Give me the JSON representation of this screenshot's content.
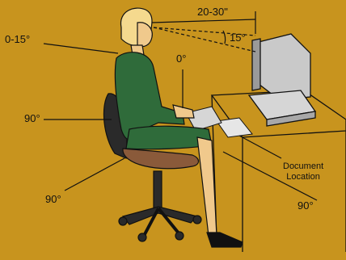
{
  "colors": {
    "background": "#c8941e",
    "line": "#111111",
    "shirt": "#2f6b3a",
    "skin": "#f0c98c",
    "hair": "#f5d98e",
    "monitor": "#c9c9c9",
    "chair": "#2a2a2a"
  },
  "labels": {
    "neck_tilt": "0-15°",
    "eye_distance": "20-30\"",
    "gaze_angle": "15°",
    "torso_angle": "0°",
    "elbow_angle": "90°",
    "hip_angle": "90°",
    "knee_angle": "90°",
    "document_location": "Document\nLocation"
  }
}
